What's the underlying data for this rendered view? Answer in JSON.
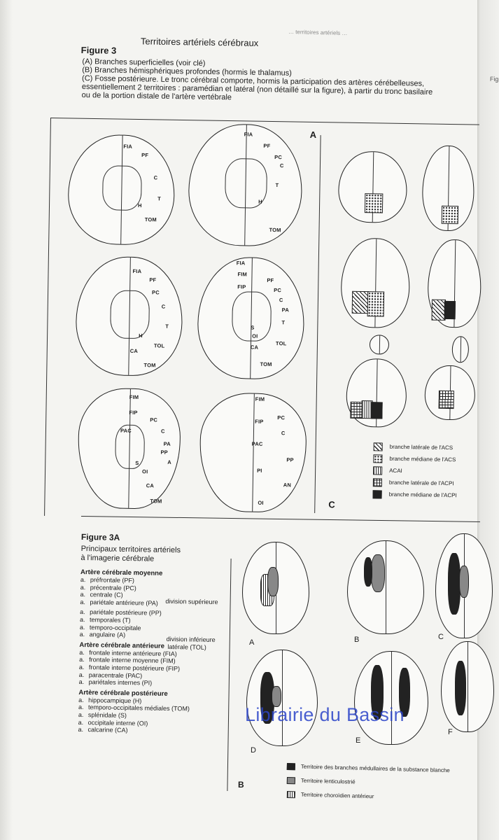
{
  "page": {
    "running_head": "… territoires artériels …",
    "next_page_fragment": "Figu"
  },
  "figure3": {
    "label": "Figure 3",
    "title": "Territoires artériels cérébraux",
    "captions": [
      "(A) Branches superficielles (voir clé)",
      "(B) Branches hémisphériques profondes (hormis le thalamus)",
      "(C) Fosse postérieure. Le tronc cérébral comporte, hormis la participation des artères cérébelleuses,",
      "essentiellement 2 territoires : paramédian et latéral (non détaillé sur la figure), à partir du tronc basilaire",
      "ou de la portion distale de l'artère vertébrale"
    ],
    "panel_A": "A",
    "panel_C": "C",
    "brain_labels": {
      "b1": [
        "FIA",
        "PF",
        "C",
        "H",
        "T",
        "TOM"
      ],
      "b2": [
        "FIA",
        "PF",
        "PC",
        "C",
        "T",
        "H",
        "TOM"
      ],
      "b3": [
        "FIA",
        "PF",
        "PC",
        "C",
        "T",
        "H",
        "CA",
        "TOL",
        "TOM"
      ],
      "b4": [
        "FIA",
        "FIM",
        "FIP",
        "PF",
        "PC",
        "C",
        "PA",
        "T",
        "S",
        "OI",
        "CA",
        "TOL",
        "TOM"
      ],
      "b5": [
        "FIM",
        "FIP",
        "PAC",
        "PC",
        "C",
        "PA",
        "PP",
        "A",
        "S",
        "OI",
        "CA",
        "TOM"
      ],
      "b6": [
        "FIM",
        "FIP",
        "PC",
        "PAC",
        "C",
        "PP",
        "PI",
        "AN",
        "OI"
      ]
    },
    "legend": [
      {
        "label": "branche latérale de l'ACS",
        "pattern": "hatch"
      },
      {
        "label": "branche médiane de l'ACS",
        "pattern": "dots"
      },
      {
        "label": "ACAI",
        "pattern": "vline"
      },
      {
        "label": "branche latérale de l'ACPI",
        "pattern": "cross"
      },
      {
        "label": "branche médiane de l'ACPI",
        "pattern": "solid"
      }
    ]
  },
  "figure3A": {
    "label": "Figure 3A",
    "title_line1": "Principaux territoires artériels",
    "title_line2": "à l'imagerie cérébrale",
    "sections": [
      {
        "heading": "Artère cérébrale moyenne",
        "items": [
          "préfrontale (PF)",
          "précentrale (PC)",
          "centrale (C)",
          "pariétale antérieure (PA)",
          "pariétale postérieure (PP)",
          "temporales (T)",
          "temporo-occipitale",
          "angulaire (A)"
        ]
      },
      {
        "heading": "Artère cérébrale antérieure",
        "items": [
          "frontale interne antérieure (FIA)",
          "frontale interne moyenne (FIM)",
          "frontale interne postérieure (FIP)",
          "paracentrale (PAC)",
          "pariétales internes (PI)"
        ]
      },
      {
        "heading": "Artère cérébrale postérieure",
        "items": [
          "hippocampique (H)",
          "temporo-occipitales médiales (TOM)",
          "splénidale (S)",
          "occipitale interne (OI)",
          "calcarine (CA)"
        ]
      }
    ],
    "bullet": "a.",
    "division_sup": "division supérieure",
    "division_inf_1": "division inférieure",
    "division_inf_2": "latérale (TOL)",
    "brain_letters": [
      "A",
      "B",
      "C",
      "D",
      "E",
      "F"
    ],
    "panel_B": "B",
    "legend": [
      {
        "label": "Territoire des branches médullaires de la substance blanche",
        "pattern": "solid"
      },
      {
        "label": "Territoire lenticulostrié",
        "pattern": "gray"
      },
      {
        "label": "Territoire choroïdien antérieur",
        "pattern": "vline"
      }
    ]
  },
  "watermark": "Librairie du Bassin"
}
